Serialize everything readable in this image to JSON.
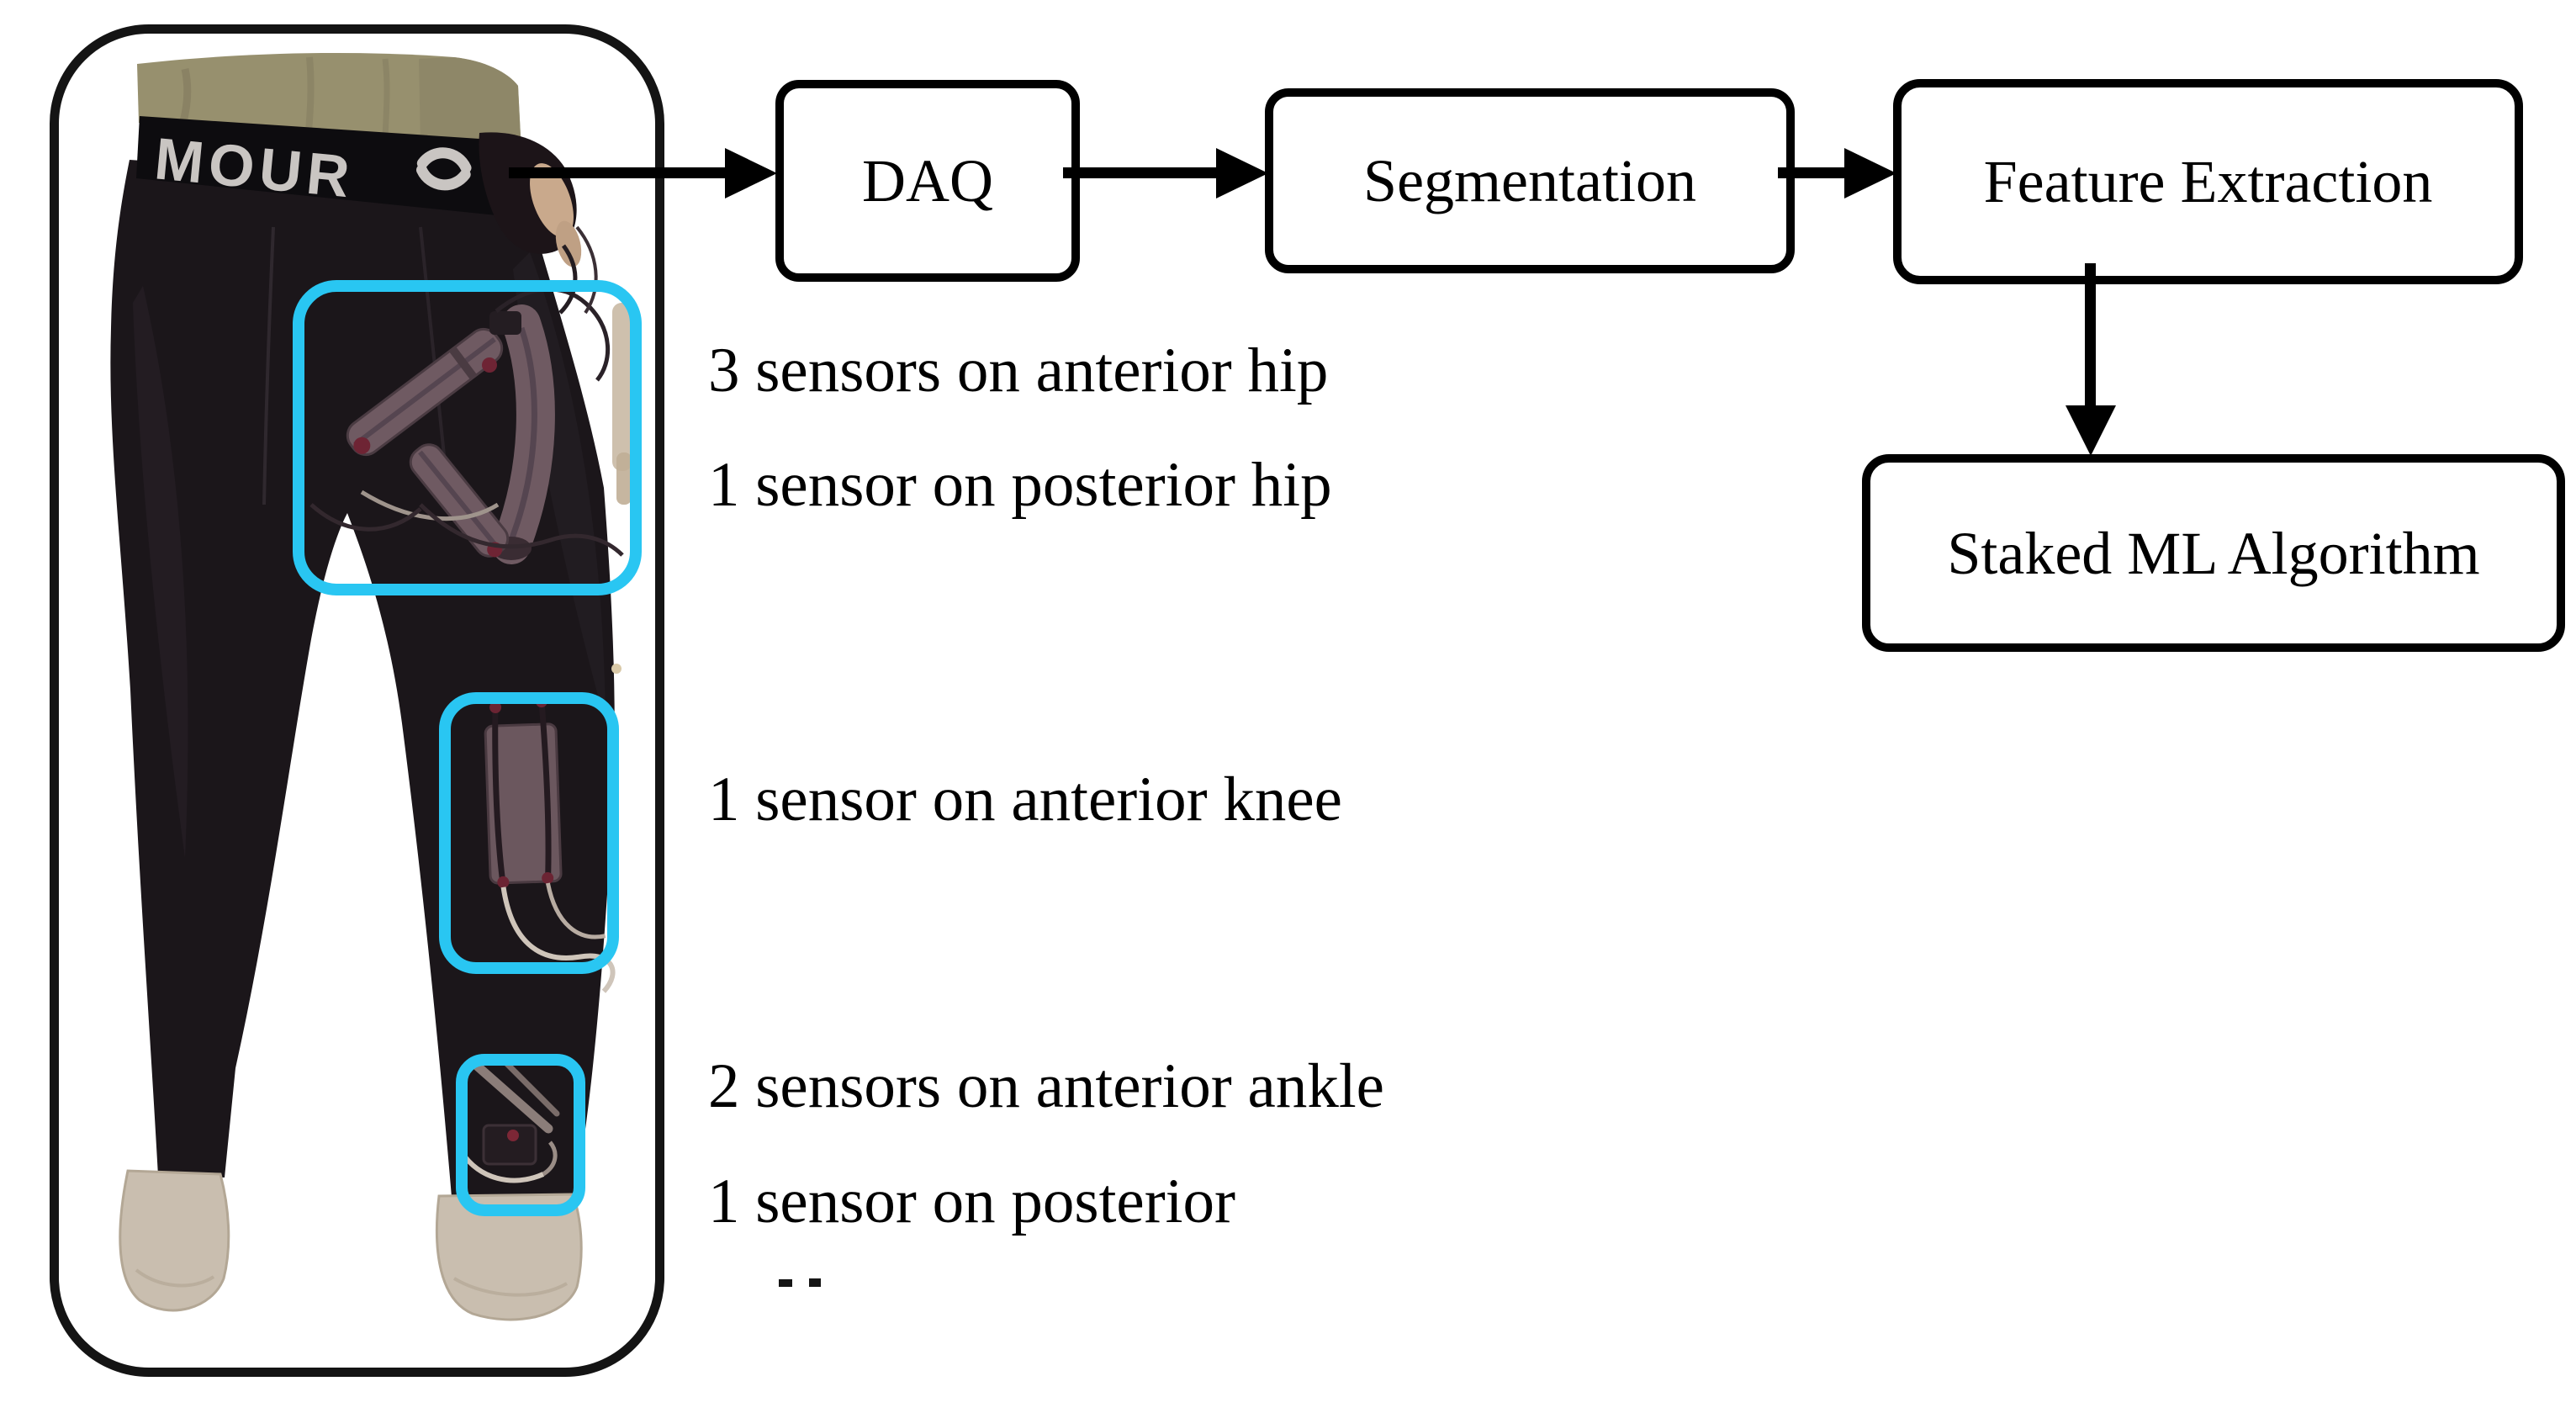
{
  "figure": {
    "type": "sensor-placement-and-pipeline-diagram",
    "colors": {
      "highlight_cyan": "#29C6F2",
      "line_black": "#000000",
      "frame_black": "#141414"
    }
  },
  "photo": {
    "waistband_text": "MOUR",
    "waistband_logo_icon": "under-armour-logo-icon"
  },
  "annotations": [
    {
      "text": "3 sensors on anterior hip"
    },
    {
      "text": "1 sensor on posterior hip"
    },
    {
      "text": "1 sensor on anterior knee"
    },
    {
      "text": "2 sensors on anterior ankle"
    },
    {
      "text": "1 sensor on posterior"
    }
  ],
  "flow": {
    "nodes": [
      {
        "id": "daq",
        "label": "DAQ"
      },
      {
        "id": "segmentation",
        "label": "Segmentation"
      },
      {
        "id": "feature-extraction",
        "label": "Feature Extraction"
      },
      {
        "id": "staked-ml",
        "label": "Staked ML Algorithm"
      }
    ]
  }
}
